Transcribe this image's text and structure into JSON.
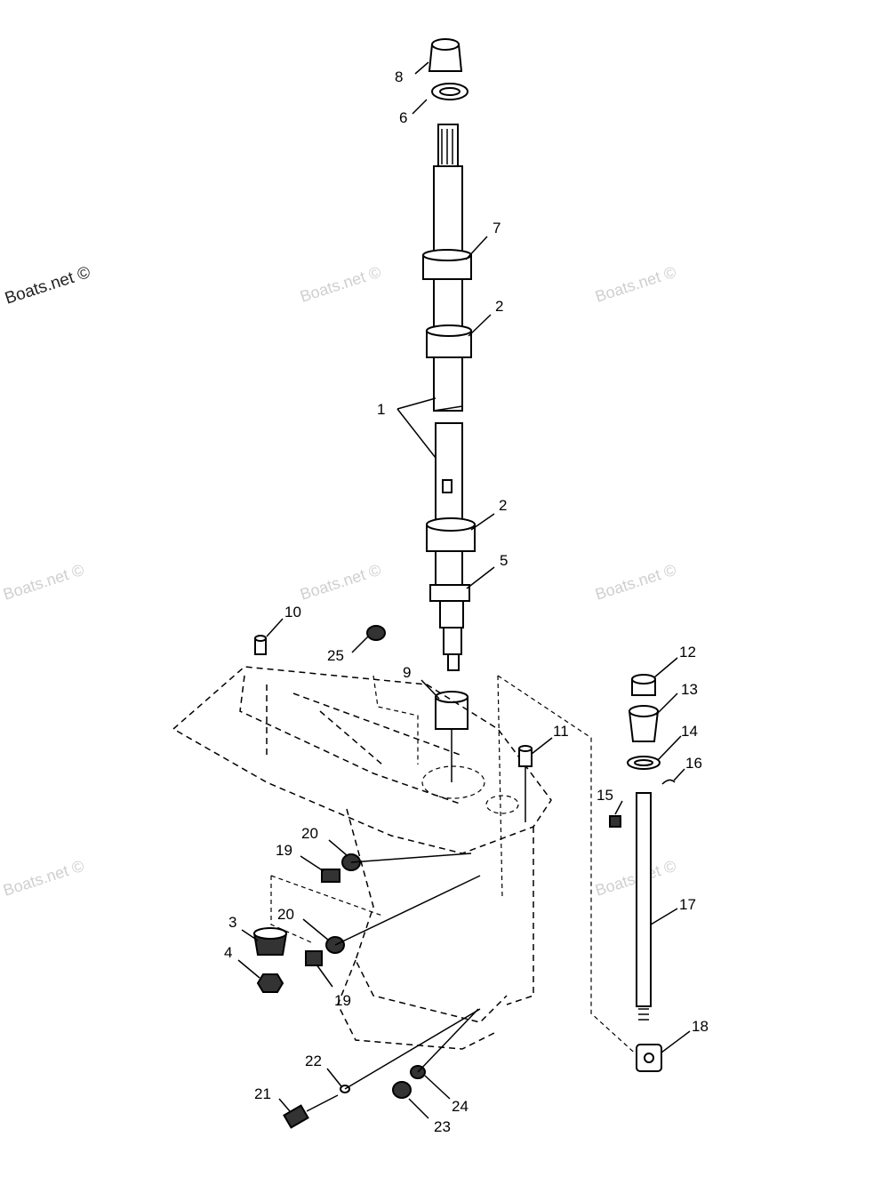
{
  "watermark": {
    "main": "Boats.net ©",
    "repeat": "Boats.net ©"
  },
  "callouts": {
    "c8": "8",
    "c6": "6",
    "c7": "7",
    "c2a": "2",
    "c1": "1",
    "c2b": "2",
    "c5": "5",
    "c10": "10",
    "c25": "25",
    "c9": "9",
    "c12": "12",
    "c13": "13",
    "c14": "14",
    "c11": "11",
    "c16": "16",
    "c15": "15",
    "c20a": "20",
    "c19a": "19",
    "c17": "17",
    "c3": "3",
    "c20b": "20",
    "c4": "4",
    "c19b": "19",
    "c18": "18",
    "c22": "22",
    "c21": "21",
    "c24": "24",
    "c23": "23"
  }
}
